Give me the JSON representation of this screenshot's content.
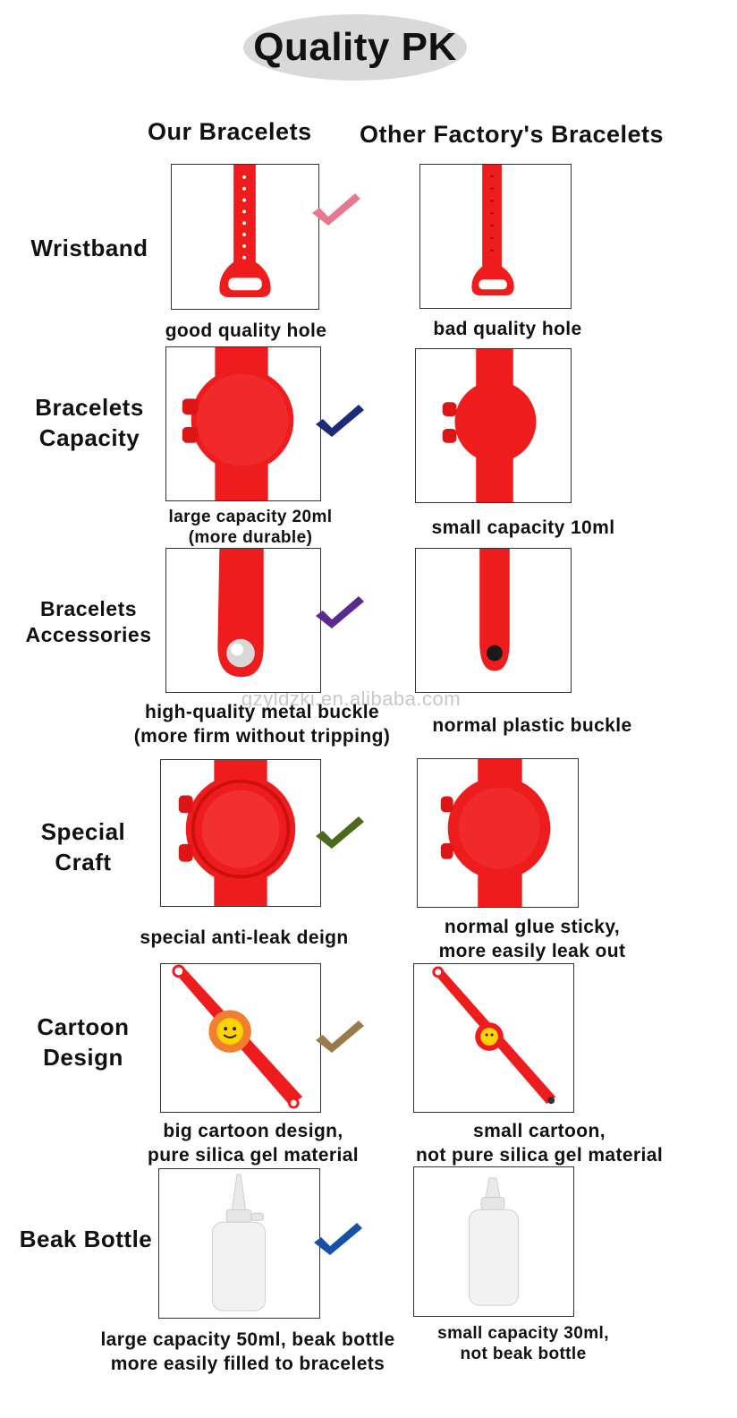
{
  "title": "Quality PK",
  "columns": {
    "ours": "Our Bracelets",
    "others": "Other Factory's  Bracelets"
  },
  "rows": [
    {
      "label": "Wristband",
      "ours_caption": "good quality hole",
      "others_caption": "bad quality hole",
      "check_color": "#e8788f"
    },
    {
      "label": "Bracelets\nCapacity",
      "ours_caption": "large capacity 20ml\n(more durable)",
      "others_caption": "small capacity 10ml",
      "check_color": "#1c2a7a"
    },
    {
      "label": "Bracelets\nAccessories",
      "ours_caption": "high-quality metal buckle\n(more firm without tripping)",
      "others_caption": "normal plastic buckle",
      "check_color": "#5a2a8c"
    },
    {
      "label": "Special\nCraft",
      "ours_caption": "special anti-leak deign",
      "others_caption": "normal glue sticky,\nmore easily leak out",
      "check_color": "#4a6b1c"
    },
    {
      "label": "Cartoon\nDesign",
      "ours_caption": "big cartoon design,\npure silica gel material",
      "others_caption": "small cartoon,\nnot pure silica gel material",
      "check_color": "#9a7a4a"
    },
    {
      "label": "Beak Bottle",
      "ours_caption": "large capacity 50ml, beak bottle\nmore easily filled to bracelets",
      "others_caption": "small capacity 30ml,\nnot beak bottle",
      "check_color": "#1650a8"
    }
  ],
  "watermark": "gzyldzki.en.alibaba.com",
  "colors": {
    "product_red": "#ee1c1c",
    "title_bg": "#d9d9d9"
  }
}
